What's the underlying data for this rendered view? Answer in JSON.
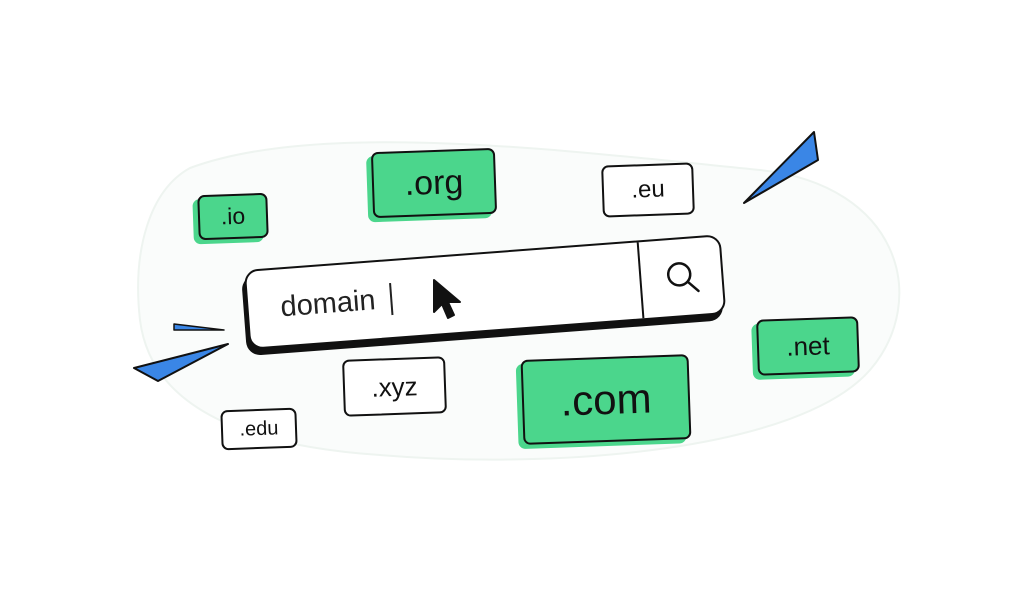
{
  "search": {
    "value": "domain",
    "button_icon": "search-icon"
  },
  "cursor_icon": "mouse-pointer-icon",
  "tags": {
    "io": ".io",
    "org": ".org",
    "eu": ".eu",
    "net": ".net",
    "xyz": ".xyz",
    "com": ".com",
    "edu": ".edu"
  },
  "colors": {
    "accent_green": "#4bd68c",
    "accent_blue": "#3a86e6",
    "outline": "#111111",
    "background": "#ffffff"
  }
}
